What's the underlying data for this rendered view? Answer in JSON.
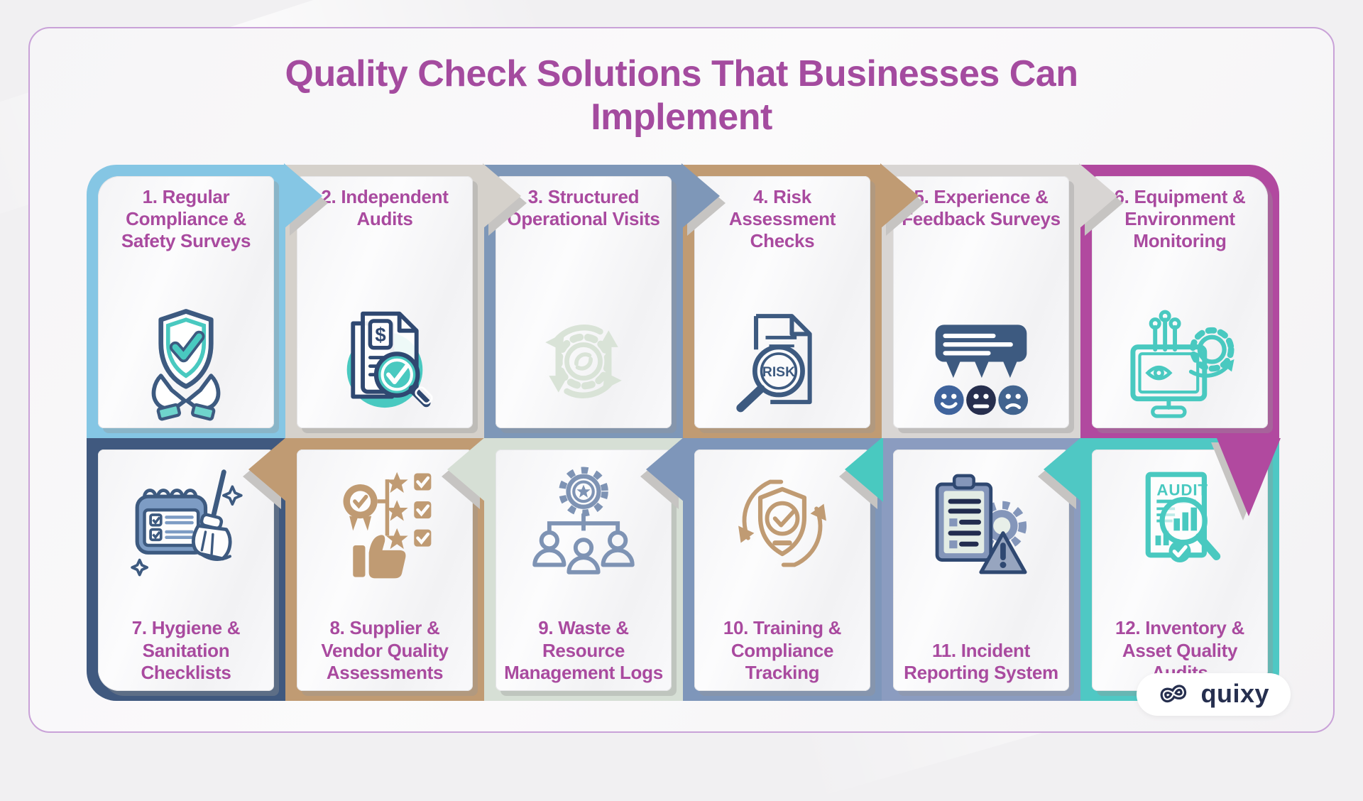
{
  "title": "Quality Check Solutions That Businesses Can Implement",
  "colors": {
    "title_purple": "#a44b9f",
    "card_title_purple": "#a94a9f",
    "container_border": "#c9a2d8",
    "navy": "#3d5a80",
    "teal": "#49c9c0",
    "magenta": "#b1499f"
  },
  "cards": [
    {
      "title": "1. Regular Compliance & Safety Surveys",
      "icon": "shield-in-hands",
      "frame": "#85c6e4",
      "chevron": "#85c6e4"
    },
    {
      "title": "2. Independent Audits",
      "icon": "audit-document-magnifier",
      "frame": "#d5d1cb",
      "chevron": "#d5d1cb"
    },
    {
      "title": "3. Structured Operational Visits",
      "icon": "process-gear-arrows",
      "frame": "#7e97b8",
      "chevron": "#7e97b8"
    },
    {
      "title": "4. Risk Assessment Checks",
      "icon": "risk-magnifier-document",
      "frame": "#c09b73",
      "chevron": "#c09b73"
    },
    {
      "title": "5. Experience & Feedback Surveys",
      "icon": "feedback-bubble-faces",
      "frame": "#d8d5d3",
      "chevron": "#d8d5d3"
    },
    {
      "title": "6. Equipment & Environment Monitoring",
      "icon": "monitor-eye-gear",
      "frame": "#b1499f",
      "chevron": "#b1499f"
    },
    {
      "title": "7. Hygiene & Sanitation Checklists",
      "icon": "checklist-broom",
      "frame": "#40597f",
      "chevron": "none"
    },
    {
      "title": "8. Supplier & Vendor Quality Assessments",
      "icon": "badge-thumbsup-stars",
      "frame": "#c09b73",
      "chevron": "#c09b73"
    },
    {
      "title": "9. Waste & Resource Management Logs",
      "icon": "org-gear-people",
      "frame": "#d6dfd5",
      "chevron": "#d6dfd5"
    },
    {
      "title": "10. Training & Compliance Tracking",
      "icon": "shield-cycle-arrows",
      "frame": "#7e96ba",
      "chevron": "#7e96ba"
    },
    {
      "title": "11. Incident Reporting System",
      "icon": "clipboard-alert-gear",
      "frame": "#8b9cc0",
      "chevron": "#49c9c0"
    },
    {
      "title": "12. Inventory & Asset Quality Audits",
      "icon": "audit-report-magnifier",
      "frame": "#4fc8c4",
      "chevron": "#4fc8c4"
    }
  ],
  "icon_labels": {
    "dollar": "$",
    "risk": "RISK",
    "audit": "AUDIT"
  },
  "logo": {
    "text": "quixy",
    "icon": "quixy-infinity-logo"
  }
}
